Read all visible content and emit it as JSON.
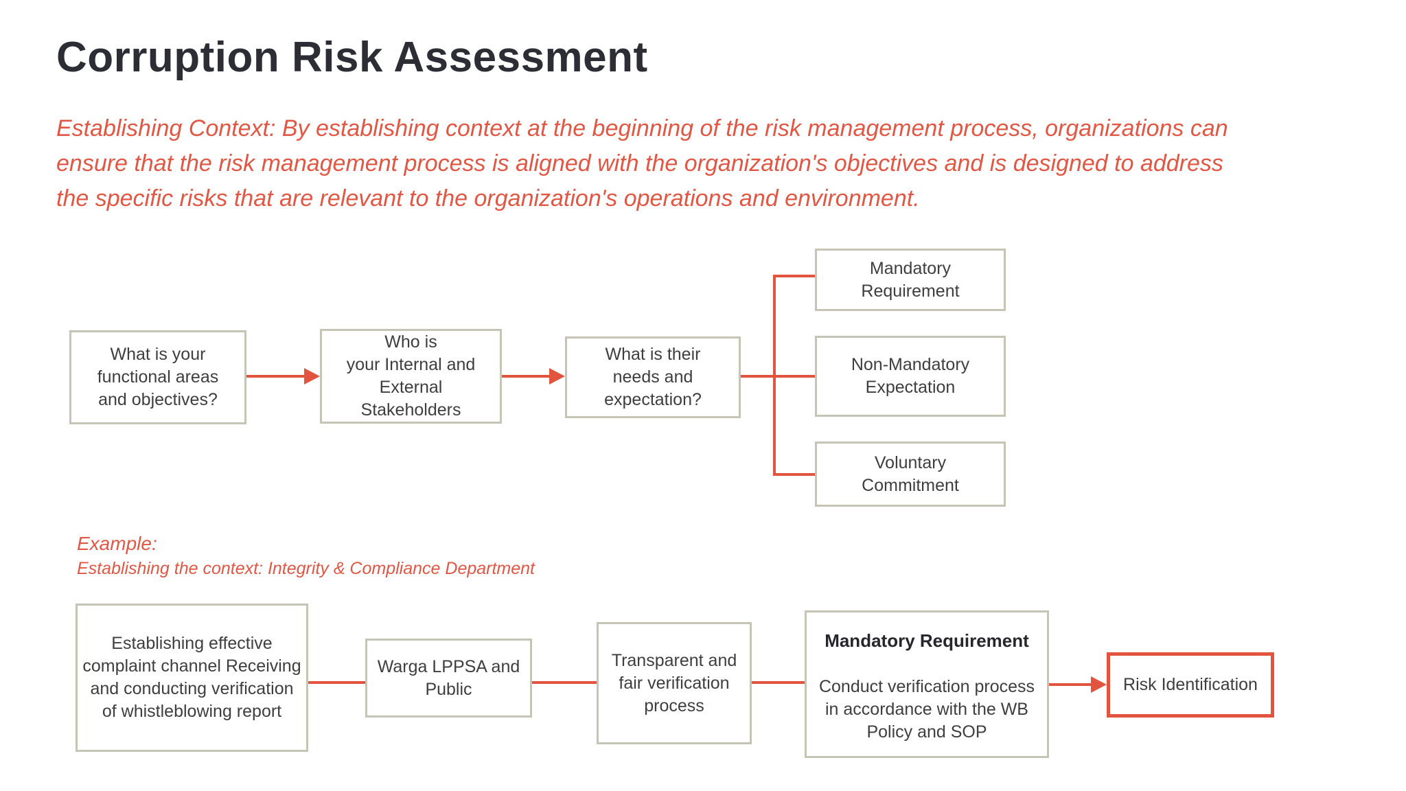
{
  "page": {
    "title": "Corruption Risk Assessment",
    "subtitle_lines": [
      "Establishing Context: By establishing context at the beginning of the risk management process, organizations can",
      "ensure that the risk management process is aligned with the organization's objectives and is designed to address",
      "the specific risks that are relevant to the organization's operations and environment."
    ],
    "example_label": "Example:",
    "example_caption": "Establishing the context: Integrity & Compliance Department"
  },
  "colors": {
    "accent_red": "#e3543e",
    "box_border_gray": "#c6c4b5",
    "title_text": "#2d2d35",
    "body_text": "#3e3e3e"
  },
  "flow_top": {
    "boxes": {
      "functional_areas": "What is your\nfunctional areas\nand objectives?",
      "stakeholders": "Who is\nyour  Internal and\nExternal\nStakeholders",
      "needs_expectation": "What is their\nneeds and\nexpectation?",
      "mandatory_requirement": "Mandatory\nRequirement",
      "non_mandatory_expectation": "Non-Mandatory\nExpectation",
      "voluntary_commitment": "Voluntary\nCommitment"
    }
  },
  "flow_example": {
    "boxes": {
      "complaint_channel": "Establishing effective\ncomplaint channel Receiving\nand conducting verification\nof whistleblowing report",
      "warga": "Warga LPPSA and\nPublic",
      "transparent": "Transparent and\nfair verification\nprocess",
      "mandatory_heading": "Mandatory Requirement",
      "mandatory_body": "Conduct verification process\nin accordance with the WB\nPolicy and SOP",
      "risk_identification": "Risk Identification"
    }
  }
}
